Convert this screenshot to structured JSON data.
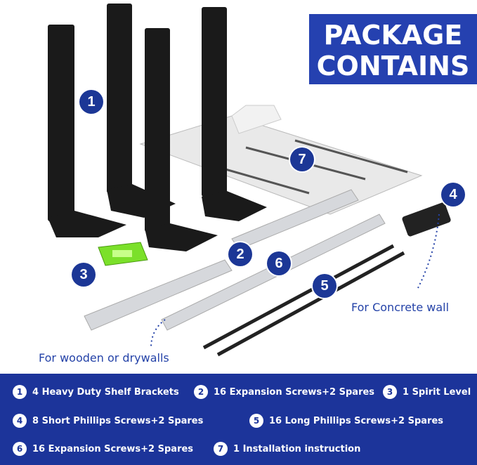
{
  "banner": {
    "line1": "PACKAGE",
    "line2": "CONTAINS"
  },
  "badges": [
    "1",
    "2",
    "3",
    "4",
    "5",
    "6",
    "7"
  ],
  "captions": {
    "concrete": "For Concrete wall",
    "wood": "For wooden or drywalls"
  },
  "items": [
    {
      "num": "1",
      "text": "4 Heavy Duty Shelf Brackets"
    },
    {
      "num": "2",
      "text": "16 Expansion Screws+2 Spares"
    },
    {
      "num": "3",
      "text": "1 Spirit Level"
    },
    {
      "num": "4",
      "text": "8 Short Phillips Screws+2 Spares"
    },
    {
      "num": "5",
      "text": "16 Long Phillips Screws+2 Spares"
    },
    {
      "num": "6",
      "text": "16 Expansion Screws+2 Spares"
    },
    {
      "num": "7",
      "text": "1 Installation instruction"
    }
  ]
}
